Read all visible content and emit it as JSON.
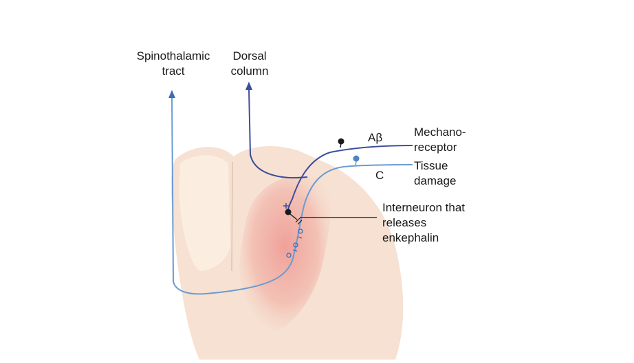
{
  "labels": {
    "spinothalamic": [
      "Spinothalamic",
      "tract"
    ],
    "dorsal": [
      "Dorsal",
      "column"
    ],
    "abeta": "Aβ",
    "c_fiber": "C",
    "mechanoreceptor": [
      "Mechano-",
      "receptor"
    ],
    "tissue_damage": [
      "Tissue",
      "damage"
    ],
    "interneuron": [
      "Interneuron that",
      "releases",
      "enkephalin"
    ]
  },
  "colors": {
    "background": "#ffffff",
    "grey_matter": "#f4dccb",
    "dorsal_horn": "#f1b3aa",
    "abeta_fiber": "#3b4e9c",
    "c_fiber": "#6a9bd3",
    "interneuron": "#1a1a1a",
    "leader_line": "#111111"
  }
}
